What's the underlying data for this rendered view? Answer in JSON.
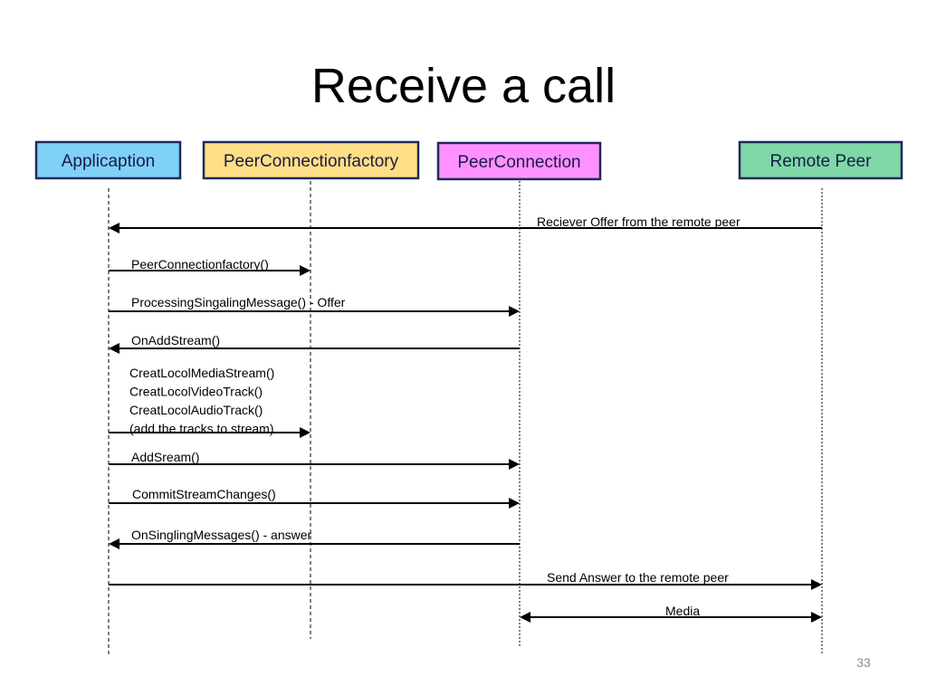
{
  "slide": {
    "title": "Receive a call",
    "page_number": "33"
  },
  "participants": [
    {
      "key": "app",
      "label": "Applicaption",
      "fill": "#7fd1f7"
    },
    {
      "key": "factory",
      "label": "PeerConnectionfactory",
      "fill": "#ffdf86"
    },
    {
      "key": "pc",
      "label": "PeerConnection",
      "fill": "#ff91ff"
    },
    {
      "key": "remote",
      "label": "Remote Peer",
      "fill": "#7fd8a6"
    }
  ],
  "messages": [
    {
      "from": "remote",
      "to": "app",
      "lines": [
        "Reciever Offer from the remote peer"
      ]
    },
    {
      "from": "app",
      "to": "factory",
      "lines": [
        "PeerConnectionfactory()"
      ]
    },
    {
      "from": "app",
      "to": "pc",
      "lines": [
        "ProcessingSingalingMessage() - Offer"
      ]
    },
    {
      "from": "pc",
      "to": "app",
      "lines": [
        "OnAddStream()"
      ]
    },
    {
      "from": "app",
      "to": "factory",
      "lines": [
        "CreatLocolMediaStream()",
        "CreatLocolVideoTrack()",
        "CreatLocolAudioTrack()",
        "(add the tracks to stream)"
      ]
    },
    {
      "from": "app",
      "to": "pc",
      "lines": [
        "AddSream()"
      ]
    },
    {
      "from": "app",
      "to": "pc",
      "lines": [
        "CommitStreamChanges()"
      ]
    },
    {
      "from": "pc",
      "to": "app",
      "lines": [
        "OnSinglingMessages() - answer"
      ]
    },
    {
      "from": "app",
      "to": "remote",
      "lines": [
        "Send  Answer to the remote peer"
      ]
    },
    {
      "from": "pc",
      "to": "remote",
      "bidirectional": true,
      "lines": [
        "Media"
      ]
    }
  ],
  "colors": {
    "box_border": "#1f2a5a",
    "arrow": "#000000",
    "lifeline": "#000000"
  }
}
